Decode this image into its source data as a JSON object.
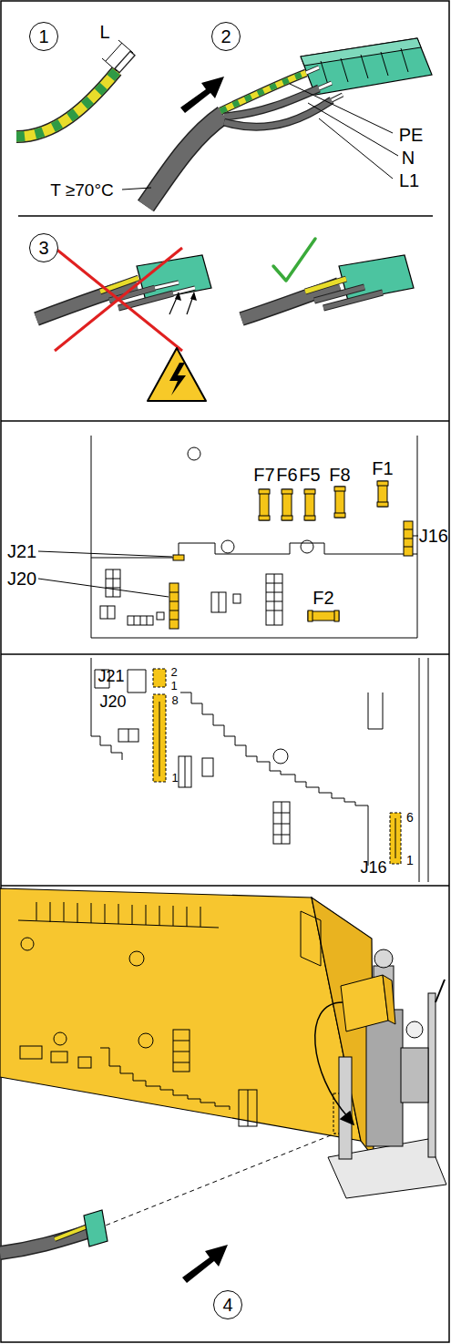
{
  "diagram": {
    "nodes": [
      {
        "text": [
          "1"
        ]
      },
      {
        "text": [
          "2"
        ]
      },
      {
        "text": [
          "3"
        ]
      },
      {
        "text": [
          "4"
        ]
      }
    ],
    "labels": [
      "L",
      "PE",
      "N",
      "L1",
      "T ≥70°C",
      "F7",
      "F6",
      "F5",
      "F8",
      "F1",
      "J21",
      "J20",
      "J16",
      "F2",
      "J21",
      "2",
      "1",
      "J20",
      "8",
      "1",
      "6",
      "J16",
      "1"
    ]
  }
}
